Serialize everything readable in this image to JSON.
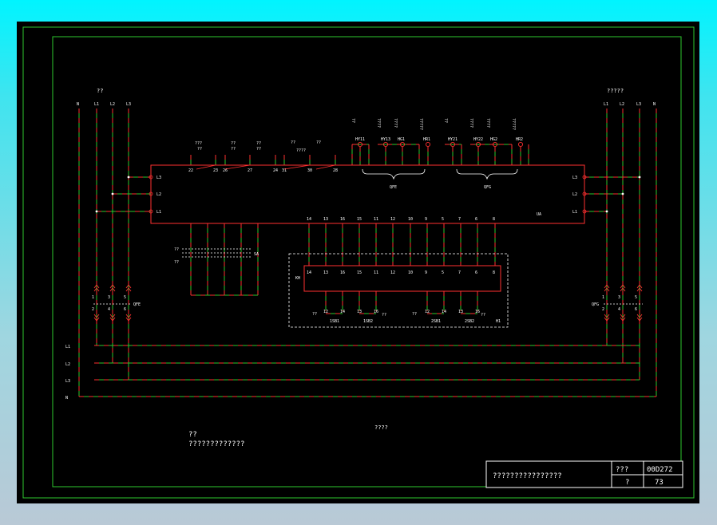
{
  "title_block": {
    "title": "????????????????",
    "cell_label_1": "???",
    "drawing_no": "00D272",
    "cell_label_2": "?",
    "page": "73"
  },
  "notes": {
    "center": "????",
    "line1": "??",
    "line2": "?????????????"
  },
  "left_bus": {
    "heading": "??",
    "labels": [
      "N",
      "L1",
      "L2",
      "L3"
    ]
  },
  "right_bus": {
    "heading": "?????",
    "labels": [
      "L1",
      "L2",
      "L3",
      "N"
    ]
  },
  "bottom_bus": [
    "L1",
    "L2",
    "L3",
    "N"
  ],
  "cabinet_ua": {
    "name": "UA",
    "left_terminals": [
      "L3",
      "L2",
      "L1"
    ],
    "right_terminals": [
      "L3",
      "L2",
      "L1"
    ],
    "top_pins": [
      "22",
      "23",
      "26",
      "27",
      "24",
      "31",
      "30",
      "28"
    ],
    "top_labels": [
      "???",
      "??",
      "??",
      "??",
      "??",
      "??",
      "??",
      "????",
      "??"
    ],
    "bottom_pins": [
      "14",
      "13",
      "16",
      "15",
      "11",
      "12",
      "10",
      "9",
      "5",
      "7",
      "6",
      "8"
    ]
  },
  "lamps": {
    "names": [
      "HY11",
      "HY13",
      "HG1",
      "HR1",
      "HY21",
      "HY22",
      "HG2",
      "HR2"
    ],
    "labels": [
      "??",
      "????",
      "????",
      "?????",
      "??",
      "????",
      "????",
      "?????"
    ],
    "group_left": "QFE",
    "group_right": "QFG"
  },
  "relay_kh": {
    "name": "KH",
    "pins": [
      "14",
      "13",
      "16",
      "15",
      "11",
      "12",
      "10",
      "9",
      "5",
      "7",
      "6",
      "8"
    ],
    "bottom_pins": [
      "12",
      "14",
      "13",
      "16",
      "12",
      "14",
      "13",
      "16"
    ],
    "buttons": [
      "1SB1",
      "1SB2",
      "2SB1",
      "2SB2"
    ],
    "q_marks": [
      "??",
      "??",
      "??",
      "??"
    ],
    "box_tag": "H1"
  },
  "aux_block": {
    "tag": "SA",
    "mark": "??",
    "sub": "??"
  },
  "breakers": {
    "left": {
      "name": "QFE",
      "pins_top": [
        "1",
        "3",
        "5"
      ],
      "pins_bottom": [
        "2",
        "4",
        "6"
      ]
    },
    "right": {
      "name": "QFG",
      "pins_top": [
        "1",
        "3",
        "5"
      ],
      "pins_bottom": [
        "2",
        "4",
        "6"
      ]
    }
  }
}
